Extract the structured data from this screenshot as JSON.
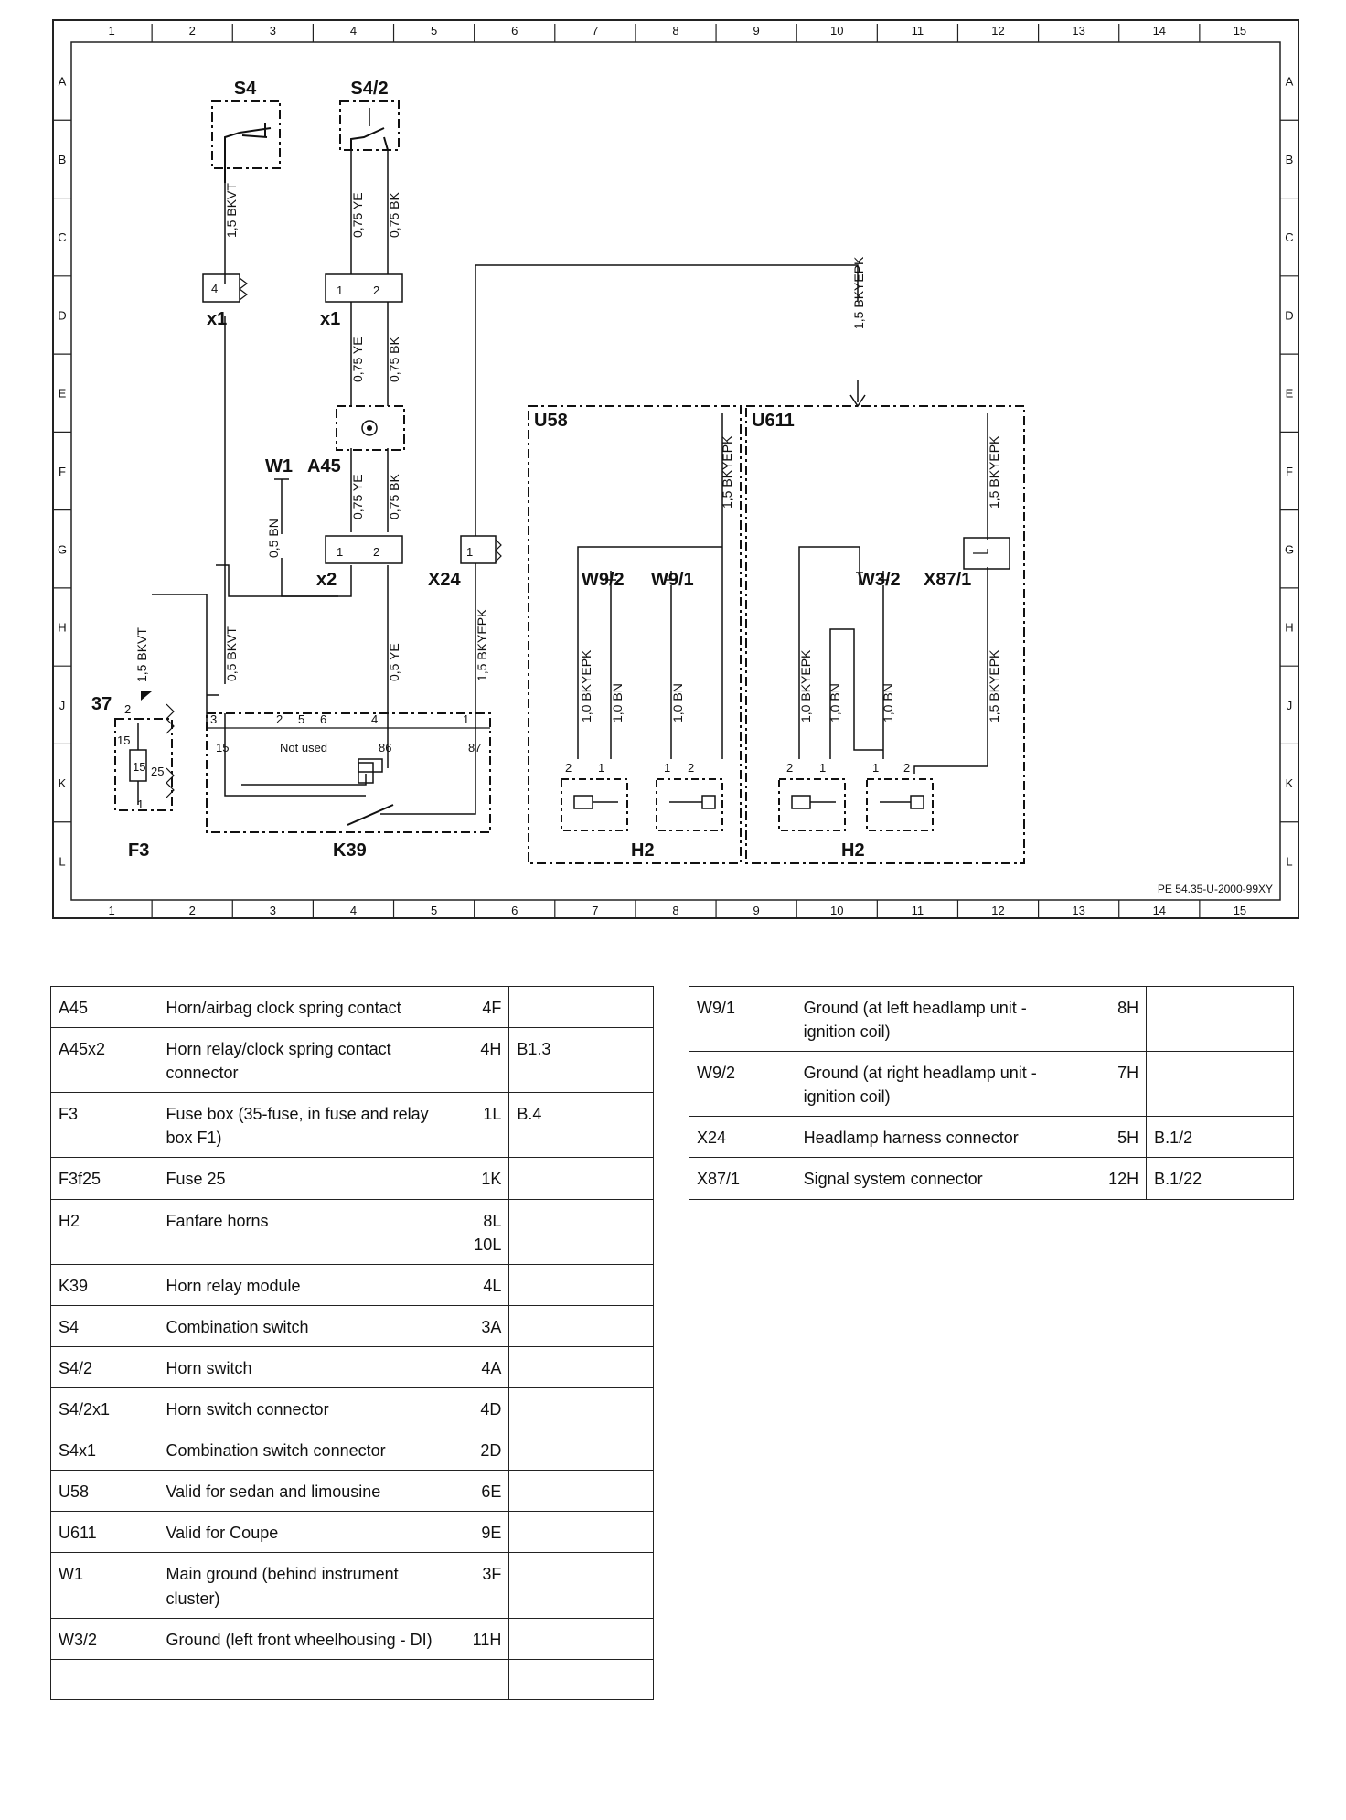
{
  "diagram": {
    "doc_code": "PE 54.35-U-2000-99XY",
    "columns": [
      "1",
      "2",
      "3",
      "4",
      "5",
      "6",
      "7",
      "8",
      "9",
      "10",
      "11",
      "12",
      "13",
      "14",
      "15"
    ],
    "rows": [
      "A",
      "B",
      "C",
      "D",
      "E",
      "F",
      "G",
      "H",
      "J",
      "K",
      "L"
    ],
    "components": {
      "s4": "S4",
      "s4_2": "S4/2",
      "x1_left": "x1",
      "x1_right": "x1",
      "w1": "W1",
      "a45": "A45",
      "x2": "x2",
      "x24": "X24",
      "u58": "U58",
      "u611": "U611",
      "w9_2": "W9/2",
      "w9_1": "W9/1",
      "w3_2": "W3/2",
      "x87_1": "X87/1",
      "k39": "K39",
      "f3": "F3",
      "h2_left": "H2",
      "h2_right": "H2",
      "f3_37": "37",
      "not_used": "Not used"
    },
    "wires": {
      "w_15bkvt_s4": "1,5 BKVT",
      "w_075ye_top": "0,75 YE",
      "w_075bk_top": "0,75 BK",
      "w_075ye_mid": "0,75 YE",
      "w_075bk_mid": "0,75 BK",
      "w_075ye_low": "0,75 YE",
      "w_075bk_low": "0,75 BK",
      "w_05bn_w1": "0,5 BN",
      "w_15bkyepk_top": "1,5 BKYEPK",
      "w_15bkvt_f3": "1,5 BKVT",
      "w_05bkvt_k39": "0,5 BKVT",
      "w_05ye_k39": "0,5 YE",
      "w_15bkyepk_x24": "1,5 BKYEPK",
      "w_15bkyepk_u58": "1,5 BKYEPK",
      "w_10bkyepk_u58": "1,0 BKYEPK",
      "w_10bn_u58a": "1,0 BN",
      "w_10bn_u58b": "1,0 BN",
      "w_15bkyepk_u611": "1,5 BKYEPK",
      "w_10bkyepk_u611": "1,0 BKYEPK",
      "w_10bn_u611a": "1,0 BN",
      "w_10bn_u611b": "1,0 BN",
      "w_15bkyepk_x87": "1,5 BKYEPK"
    },
    "pins": {
      "x1_left_4": "4",
      "x1_right_1": "1",
      "x1_right_2": "2",
      "x2_1": "1",
      "x2_2": "2",
      "x24_1": "1",
      "k39_3": "3",
      "k39_2": "2",
      "k39_5": "5",
      "k39_6": "6",
      "k39_4": "4",
      "k39_1": "1",
      "k39_15": "15",
      "k39_86": "86",
      "k39_87": "87",
      "f3_2": "2",
      "f3_15a": "15",
      "f3_15b": "15",
      "f3_25": "25",
      "f3_1": "1",
      "h2a_2": "2",
      "h2a_1": "1",
      "h2b_1": "1",
      "h2b_2": "2",
      "h2c_2": "2",
      "h2c_1": "1",
      "h2d_1": "1",
      "h2d_2": "2"
    }
  },
  "legend_left": [
    {
      "code": "A45",
      "desc": "Horn/airbag clock spring contact",
      "loc": "4F",
      "ref": ""
    },
    {
      "code": "A45x2",
      "desc": "Horn relay/clock spring contact connector",
      "loc": "4H",
      "ref": "B1.3"
    },
    {
      "code": "F3",
      "desc": "Fuse box (35-fuse, in fuse and relay box F1)",
      "loc": "1L",
      "ref": "B.4"
    },
    {
      "code": "F3f25",
      "desc": "Fuse 25",
      "loc": "1K",
      "ref": ""
    },
    {
      "code": "H2",
      "desc": "Fanfare horns",
      "loc": "8L",
      "loc2": "10L",
      "ref": ""
    },
    {
      "code": "K39",
      "desc": "Horn relay module",
      "loc": "4L",
      "ref": ""
    },
    {
      "code": "S4",
      "desc": "Combination switch",
      "loc": "3A",
      "ref": ""
    },
    {
      "code": "S4/2",
      "desc": "Horn switch",
      "loc": "4A",
      "ref": ""
    },
    {
      "code": "S4/2x1",
      "desc": "Horn switch connector",
      "loc": "4D",
      "ref": ""
    },
    {
      "code": "S4x1",
      "desc": "Combination switch connector",
      "loc": "2D",
      "ref": ""
    },
    {
      "code": "U58",
      "desc": "Valid for sedan and limousine",
      "loc": "6E",
      "ref": ""
    },
    {
      "code": "U611",
      "desc": "Valid for Coupe",
      "loc": "9E",
      "ref": ""
    },
    {
      "code": "W1",
      "desc": "Main ground (behind instrument cluster)",
      "loc": "3F",
      "ref": ""
    },
    {
      "code": "W3/2",
      "desc": "Ground (left front wheelhousing - DI)",
      "loc": "11H",
      "ref": ""
    },
    {
      "code": "",
      "desc": "",
      "loc": "",
      "ref": ""
    }
  ],
  "legend_right": [
    {
      "code": "W9/1",
      "desc": "Ground (at left headlamp unit - ignition coil)",
      "loc": "8H",
      "ref": ""
    },
    {
      "code": "W9/2",
      "desc": "Ground (at right headlamp unit - ignition coil)",
      "loc": "7H",
      "ref": ""
    },
    {
      "code": "X24",
      "desc": "Headlamp harness connector",
      "loc": "5H",
      "ref": "B.1/2"
    },
    {
      "code": "X87/1",
      "desc": "Signal system connector",
      "loc": "12H",
      "ref": "B.1/22"
    }
  ]
}
